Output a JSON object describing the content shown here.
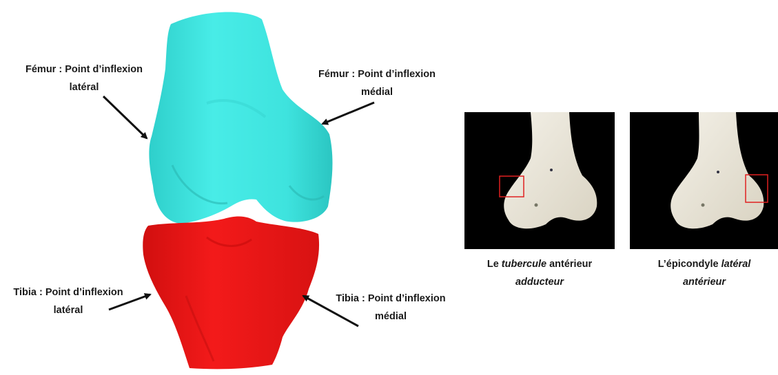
{
  "labels": {
    "femur_lateral": {
      "line1": "Fémur : Point d’inflexion",
      "line2": "latéral"
    },
    "femur_medial": {
      "line1": "Fémur : Point d’inflexion",
      "line2": "médial"
    },
    "tibia_lateral": {
      "line1": "Tibia : Point d’inflexion",
      "line2": "latéral"
    },
    "tibia_medial": {
      "line1": "Tibia : Point d’inflexion",
      "line2": "médial"
    }
  },
  "captions": {
    "left": {
      "prefix": "Le ",
      "italic1": "tubercule",
      "middle": " antérieur",
      "italic2": "adducteur"
    },
    "right": {
      "prefix": "L’épicondyle ",
      "italic1": "latéral",
      "italic2": "antérieur"
    }
  },
  "colors": {
    "femur": "#3fe6e1",
    "tibia": "#f01414",
    "photo_bg": "#000000",
    "bone": "#ece8dc",
    "highlight_box": "#e02020",
    "arrow": "#111111"
  }
}
